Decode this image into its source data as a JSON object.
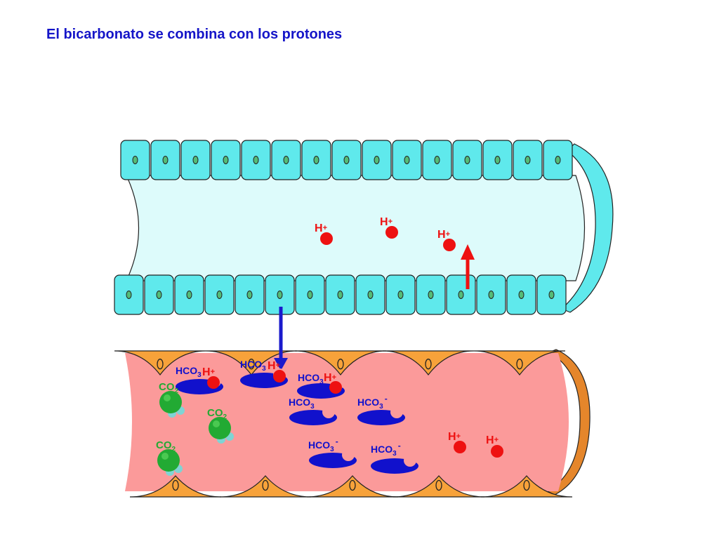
{
  "title": "El bicarbonato se combina con los protones",
  "labels": {
    "h_plus": "H",
    "plus_sign": "+",
    "hco3": "HCO",
    "hco3_sub": "3",
    "minus_sign": "-",
    "co2": "CO",
    "co2_sub": "2"
  },
  "colors": {
    "title": "#1515c8",
    "tubule_lumen": "#ddfbfb",
    "tubule_cells": "#5fe9ec",
    "capillary_lumen": "#fb9a9a",
    "endothelial_cells": "#f7a23a",
    "proton": "#ee1111",
    "bicarbonate": "#1111cc",
    "co2_carbon": "#22aa33",
    "co2_oxygen": "#7fd4d4",
    "arrow_up": "#ee1111",
    "arrow_down": "#1a1acc"
  },
  "icons": [
    "proton-icon",
    "bicarbonate-icon",
    "co2-molecule-icon",
    "arrow-up-icon",
    "arrow-down-icon"
  ]
}
